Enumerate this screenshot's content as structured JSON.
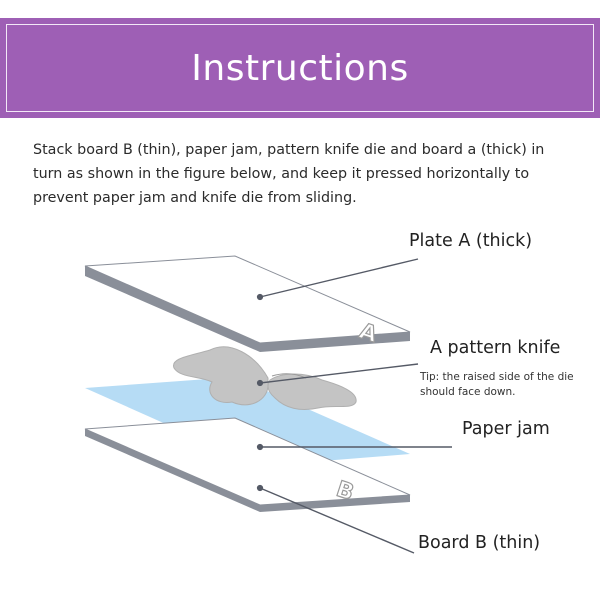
{
  "header": {
    "title": "Instructions"
  },
  "intro": {
    "text": "Stack board B (thin), paper jam, pattern knife die and board a (thick) in turn as shown in the figure below, and keep it pressed horizontally to prevent paper jam and knife die from sliding."
  },
  "layers": [
    {
      "label": "Plate A (thick)",
      "plate_letter": "A"
    },
    {
      "label": "A pattern knife",
      "tip": "Tip: the raised side of the die should face down."
    },
    {
      "label": "Paper jam"
    },
    {
      "label": "Board B (thin)",
      "plate_letter": "B"
    }
  ],
  "colors": {
    "banner": "#9e5fb5",
    "paper": "#b6dcf5",
    "die": "#c4c4c4",
    "plate_edge": "#8a8f99",
    "leader_line": "#555a66"
  }
}
